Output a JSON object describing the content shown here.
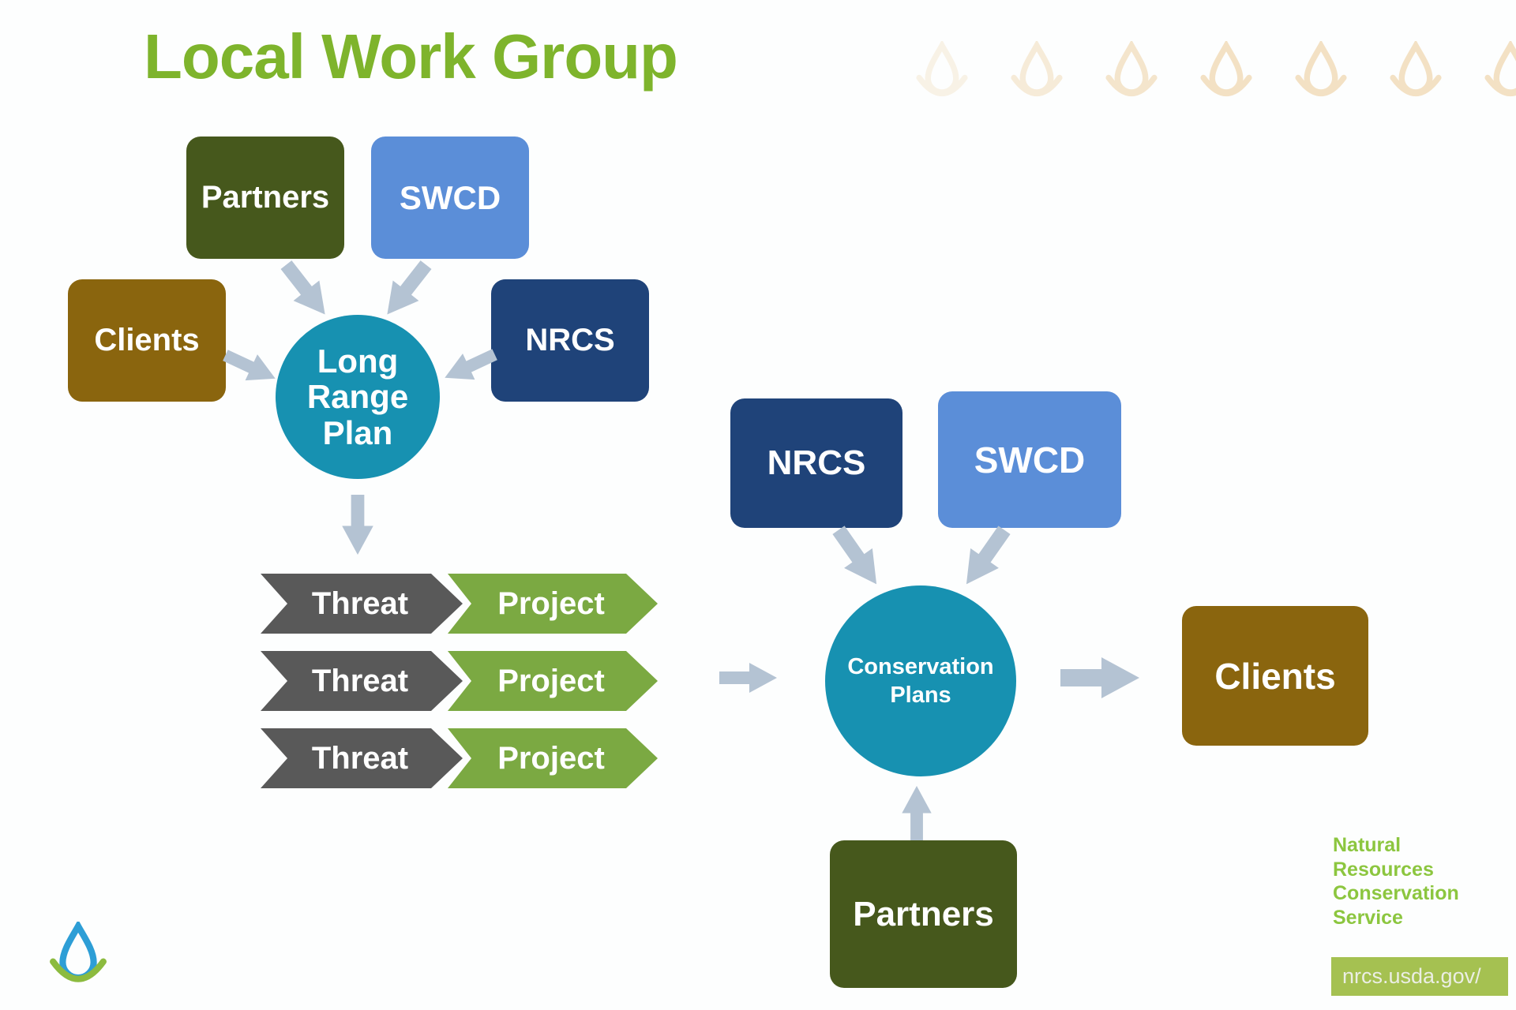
{
  "title": "Local Work Group",
  "long_range_plan": {
    "partners_label": "Partners",
    "swcd_label": "SWCD",
    "clients_label": "Clients",
    "nrcs_label": "NRCS",
    "hub_label": "Long Range Plan"
  },
  "rows": [
    {
      "threat": "Threat",
      "project": "Project"
    },
    {
      "threat": "Threat",
      "project": "Project"
    },
    {
      "threat": "Threat",
      "project": "Project"
    }
  ],
  "conservation_plans": {
    "nrcs_label": "NRCS",
    "swcd_label": "SWCD",
    "partners_label": "Partners",
    "clients_label": "Clients",
    "hub_label": "Conservation Plans"
  },
  "footer": {
    "agency": "Natural Resources Conservation Service",
    "url": "nrcs.usda.gov/"
  },
  "icons": {
    "logo": "water-drop-logo",
    "watermark": "watermark-drop-icon",
    "arrow": "block-arrow-icon"
  },
  "colors": {
    "title_green": "#7eb42c",
    "dark_green_box": "#46581c",
    "blue_box": "#5b8ed8",
    "navy_box": "#1f4379",
    "gold_box": "#8a650e",
    "teal_circle": "#1791b1",
    "threat_gray": "#595959",
    "project_green": "#7ba942",
    "arrow_gray": "#b4c3d3",
    "footer_green": "#8cc63f",
    "url_box_green": "#a5c151",
    "watermark_peach": "#f3e1c4",
    "logo_blue": "#2d9ed6",
    "logo_green": "#8cbb3f"
  }
}
